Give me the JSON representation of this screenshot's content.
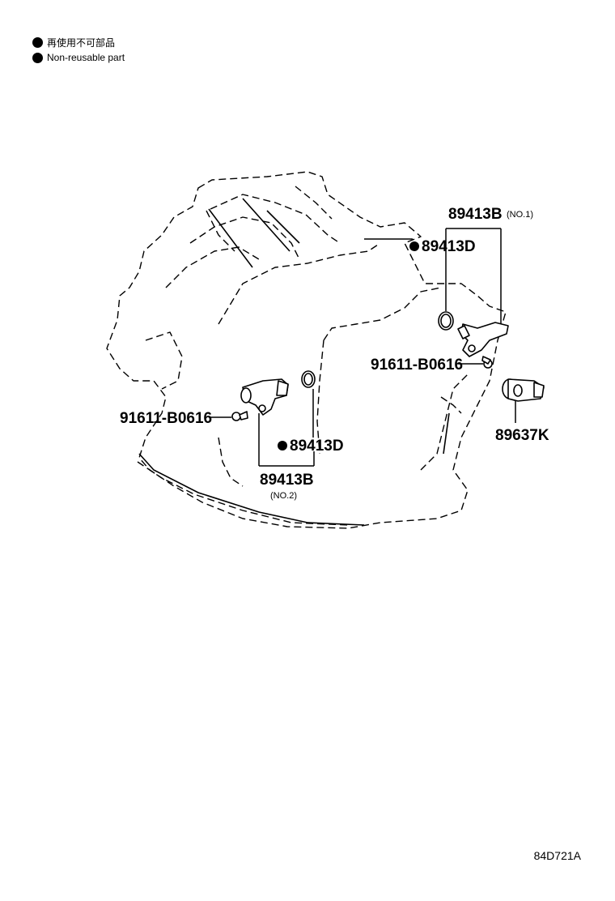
{
  "legend": [
    {
      "text": "再使用不可部品"
    },
    {
      "text": "Non-reusable part"
    }
  ],
  "parts": {
    "sensor_no1": {
      "number": "89413B",
      "note": "(NO.1)"
    },
    "oring_no1": {
      "number": "89413D"
    },
    "bolt_no1": {
      "number": "91611-B0616"
    },
    "sensor_speed": {
      "number": "89637K"
    },
    "bolt_no2": {
      "number": "91611-B0616"
    },
    "oring_no2": {
      "number": "89413D"
    },
    "sensor_no2": {
      "number": "89413B",
      "note": "(NO.2)"
    }
  },
  "illustration_code": "84D721A"
}
